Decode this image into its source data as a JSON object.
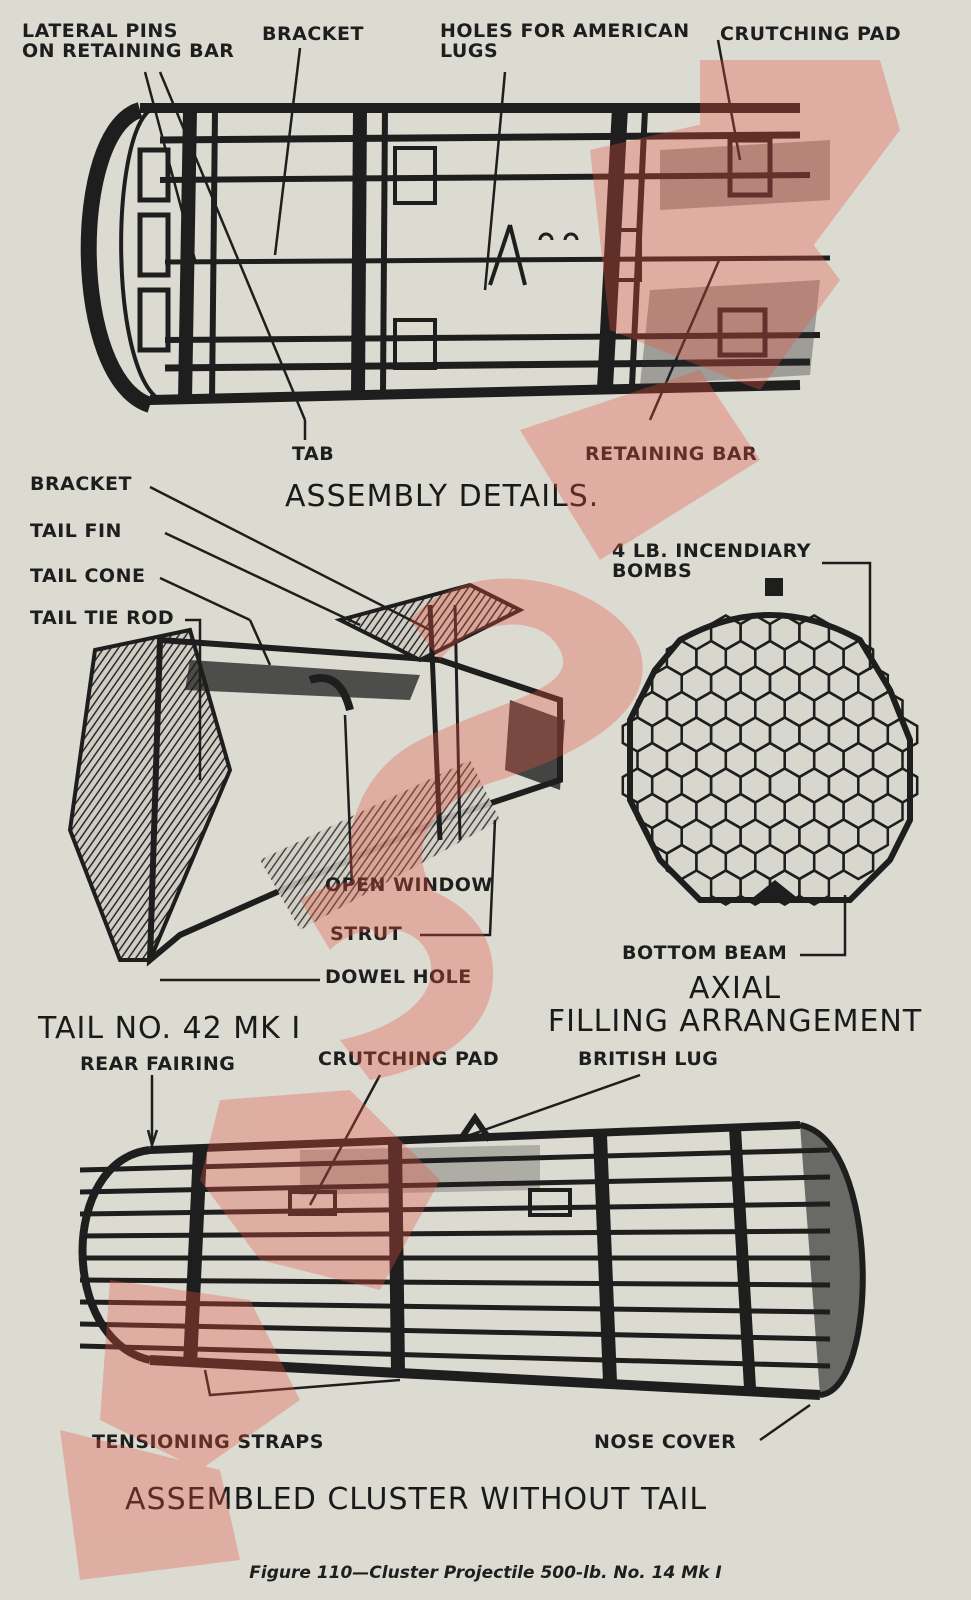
{
  "labels": {
    "lateral_pins": "LATERAL PINS\nON RETAINING BAR",
    "bracket_top": "BRACKET",
    "holes_american_lugs": "HOLES FOR AMERICAN\nLUGS",
    "crutching_pad_top": "CRUTCHING PAD",
    "tab": "TAB",
    "retaining_bar": "RETAINING BAR",
    "bracket_mid": "BRACKET",
    "tail_fin": "TAIL FIN",
    "tail_cone": "TAIL CONE",
    "tail_tie_rod": "TAIL TIE ROD",
    "incendiary_bombs": "4 LB. INCENDIARY\nBOMBS",
    "open_window": "OPEN WINDOW",
    "strut": "STRUT",
    "dowel_hole": "DOWEL HOLE",
    "bottom_beam": "BOTTOM BEAM",
    "rear_fairing": "REAR FAIRING",
    "crutching_pad_bottom": "CRUTCHING PAD",
    "british_lug": "BRITISH LUG",
    "tensioning_straps": "TENSIONING STRAPS",
    "nose_cover": "NOSE COVER"
  },
  "titles": {
    "assembly_details": "ASSEMBLY DETAILS.",
    "tail": "TAIL NO. 42 MK I",
    "axial": "AXIAL\nFILLING ARRANGEMENT",
    "assembled_cluster": "ASSEMBLED CLUSTER  WITHOUT TAIL"
  },
  "caption": "Figure 110—Cluster Projectile 500-lb. No. 14 Mk I",
  "colors": {
    "paper": "#dcdbd2",
    "ink": "#1e1e1e",
    "watermark": "#e8523f"
  }
}
